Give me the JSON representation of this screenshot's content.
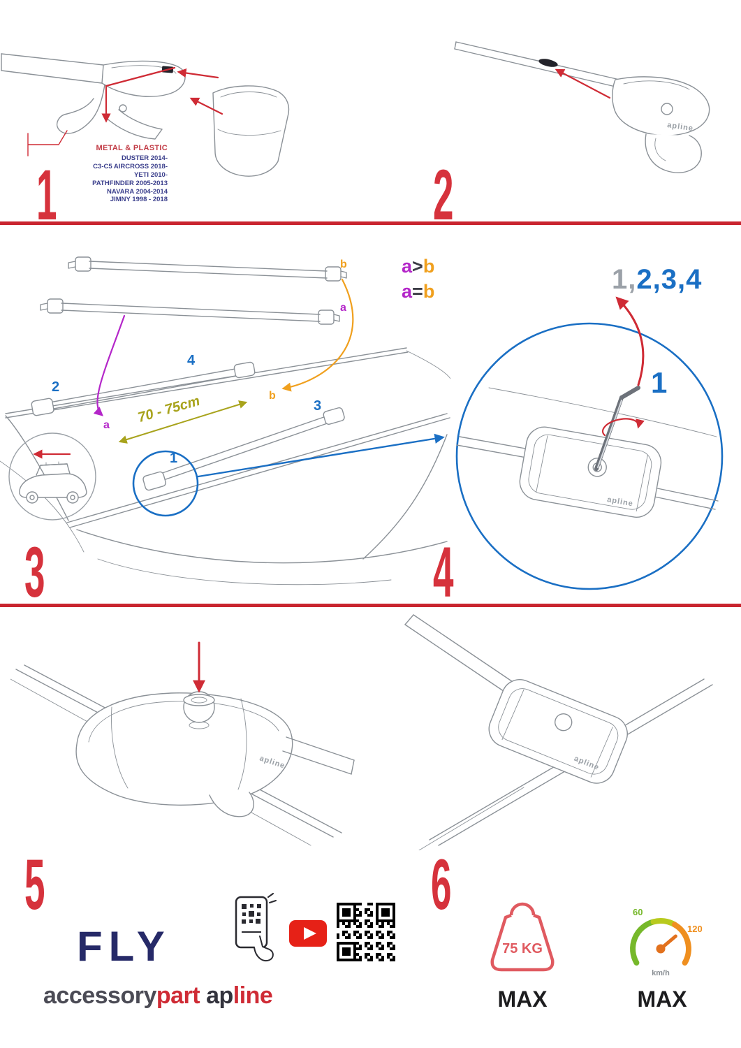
{
  "colors": {
    "accent_red": "#cf2b35",
    "number_red": "#d6323c",
    "blue": "#1a6fc4",
    "purple": "#b426c9",
    "orange": "#f0a01e",
    "olive": "#a8a31c",
    "navy": "#262a68",
    "model_text": "#3b3f8c",
    "drawing_grey": "#8b9197",
    "youtube_red": "#e62117",
    "weight_red": "#e05a60",
    "speed_green": "#76b82a",
    "speed_orange": "#ef8f1f"
  },
  "step1": {
    "number": "1",
    "material": "METAL & PLASTIC",
    "models": [
      "DUSTER 2014-",
      "C3-C5 AIRCROSS 2018-",
      "YETI 2010-",
      "PATHFINDER 2005-2013",
      "NAVARA 2004-2014",
      "JIMNY 1998 - 2018"
    ]
  },
  "step2": {
    "number": "2",
    "brand": "apline"
  },
  "step3": {
    "number": "3",
    "bar_b": "b",
    "bar_a": "a",
    "arrow_a": "a",
    "arrow_b": "b",
    "f1": {
      "a": "a",
      "op": ">",
      "b": "b"
    },
    "f2": {
      "a": "a",
      "op": "=",
      "b": "b"
    },
    "distance": "70 - 75cm",
    "pos1": "1",
    "pos2": "2",
    "pos3": "3",
    "pos4": "4"
  },
  "step4": {
    "number": "4",
    "seq_dim": "1,",
    "seq_blue": "2,3,4",
    "callout": "1",
    "brand": "apline"
  },
  "step5": {
    "number": "5",
    "brand": "apline"
  },
  "step6": {
    "number": "6",
    "brand": "apline"
  },
  "footer": {
    "product": "FLY",
    "brand_accessory": "accessory",
    "brand_part": "part",
    "brand_ap": "ap",
    "brand_line": "line",
    "weight": "75 KG",
    "weight_max": "MAX",
    "speed_low": "60",
    "speed_high": "120",
    "speed_unit": "km/h",
    "speed_max": "MAX"
  }
}
